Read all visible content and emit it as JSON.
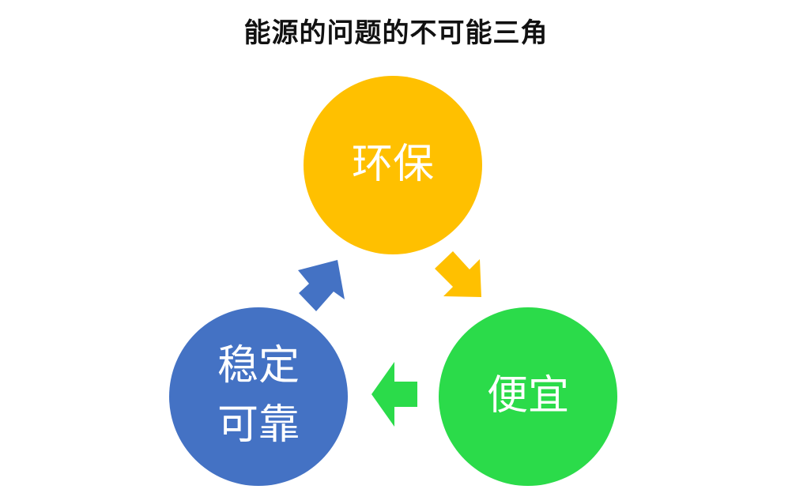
{
  "title": "能源的问题的不可能三角",
  "nodes": [
    {
      "id": "environmental",
      "label_lines": [
        "环保"
      ],
      "color": "#FFC000"
    },
    {
      "id": "cheap",
      "label_lines": [
        "便宜"
      ],
      "color": "#2BDB4A"
    },
    {
      "id": "stable",
      "label_lines": [
        "稳定",
        "可靠"
      ],
      "color": "#4472C4"
    }
  ],
  "arrows": [
    {
      "from": "environmental",
      "to": "cheap",
      "color": "#FFC000"
    },
    {
      "from": "cheap",
      "to": "stable",
      "color": "#2BDB4A"
    },
    {
      "from": "stable",
      "to": "environmental",
      "color": "#4472C4"
    }
  ]
}
